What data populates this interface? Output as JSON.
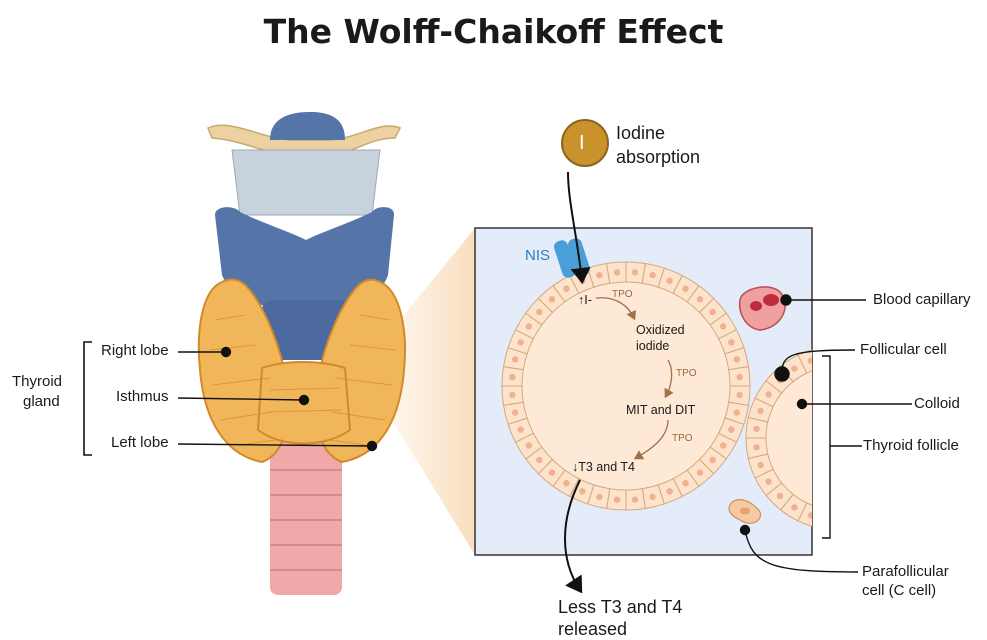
{
  "title": "The Wolff-Chaikoff Effect",
  "iodine": {
    "symbol": "I",
    "label_line1": "Iodine",
    "label_line2": "absorption"
  },
  "anatomy": {
    "group_label_line1": "Thyroid",
    "group_label_line2": "gland",
    "right_lobe": "Right lobe",
    "isthmus": "Isthmus",
    "left_lobe": "Left lobe"
  },
  "follicle_panel": {
    "nis": "NIS",
    "iodide": "I-",
    "tpo_1": "TPO",
    "oxidized_line1": "Oxidized",
    "oxidized_line2": "iodide",
    "tpo_2": "TPO",
    "mit_dit": "MIT and DIT",
    "tpo_3": "TPO",
    "t3t4": "T3 and T4"
  },
  "callouts": {
    "blood_capillary": "Blood capillary",
    "follicular_cell": "Follicular cell",
    "colloid": "Colloid",
    "thyroid_follicle": "Thyroid follicle",
    "parafollicular_line1": "Parafollicular",
    "parafollicular_line2": "cell (C cell)"
  },
  "outcome": {
    "line1": "Less T3 and T4",
    "line2": "released"
  },
  "colors": {
    "gland": "#f2b65a",
    "gland_outline": "#d08a2a",
    "cartilage": "#5574a8",
    "panel_bg": "#e3ecf8",
    "cell": "#fbe3cc",
    "nucleus": "#f2b08f",
    "iodine_coin": "#c9922a",
    "nis": "#4a9fd8"
  }
}
